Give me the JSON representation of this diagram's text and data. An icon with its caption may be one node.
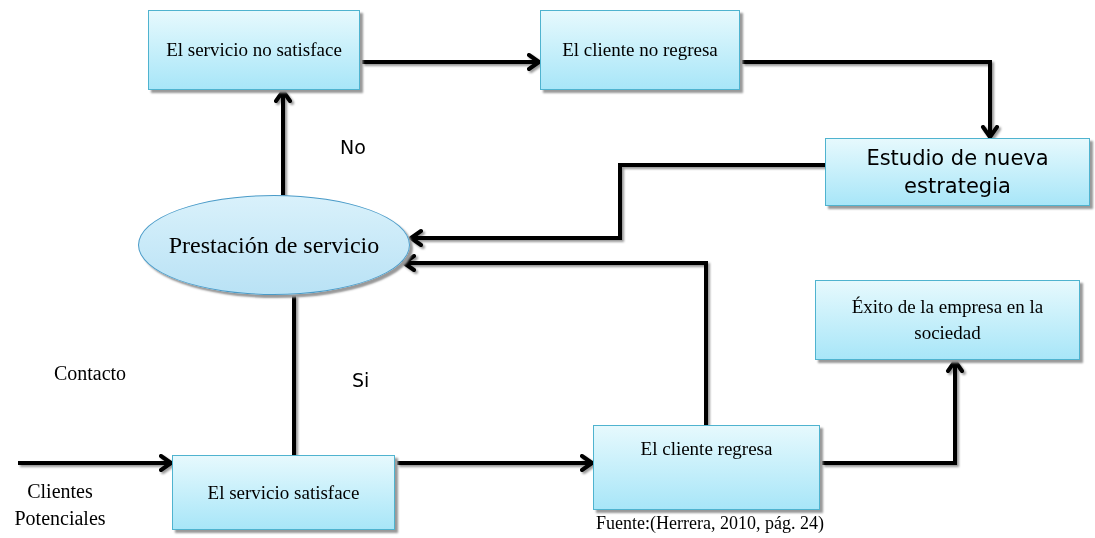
{
  "diagram": {
    "nodes": [
      {
        "text": [
          "El servicio no satisface"
        ]
      },
      {
        "text": [
          "El cliente no regresa"
        ]
      },
      {
        "text": [
          "Estudio de nueva estrategia"
        ]
      },
      {
        "text": [
          "Prestación de servicio"
        ]
      },
      {
        "text": [
          "Éxito de la empresa en la sociedad"
        ]
      },
      {
        "text": [
          "El servicio satisface"
        ]
      },
      {
        "text": [
          "El cliente regresa"
        ]
      }
    ],
    "edges": [
      {
        "from": 3,
        "to": 0,
        "arrow": "to",
        "label": "No"
      },
      {
        "from": 0,
        "to": 1,
        "arrow": "to"
      },
      {
        "from": 1,
        "to": 2,
        "arrow": "to"
      },
      {
        "from": 2,
        "to": 3,
        "arrow": "to"
      },
      {
        "from": 6,
        "to": 3,
        "arrow": "to"
      },
      {
        "from": 5,
        "to": 3,
        "arrow": "none",
        "label": "Si"
      },
      {
        "from": null,
        "to": 5,
        "arrow": "to"
      },
      {
        "from": 5,
        "to": 6,
        "arrow": "to"
      },
      {
        "from": 6,
        "to": 4,
        "arrow": "to"
      }
    ],
    "labels": [
      "Contacto",
      "Clientes Potenciales",
      "Fuente:(Herrera, 2010, pág. 24)"
    ]
  }
}
